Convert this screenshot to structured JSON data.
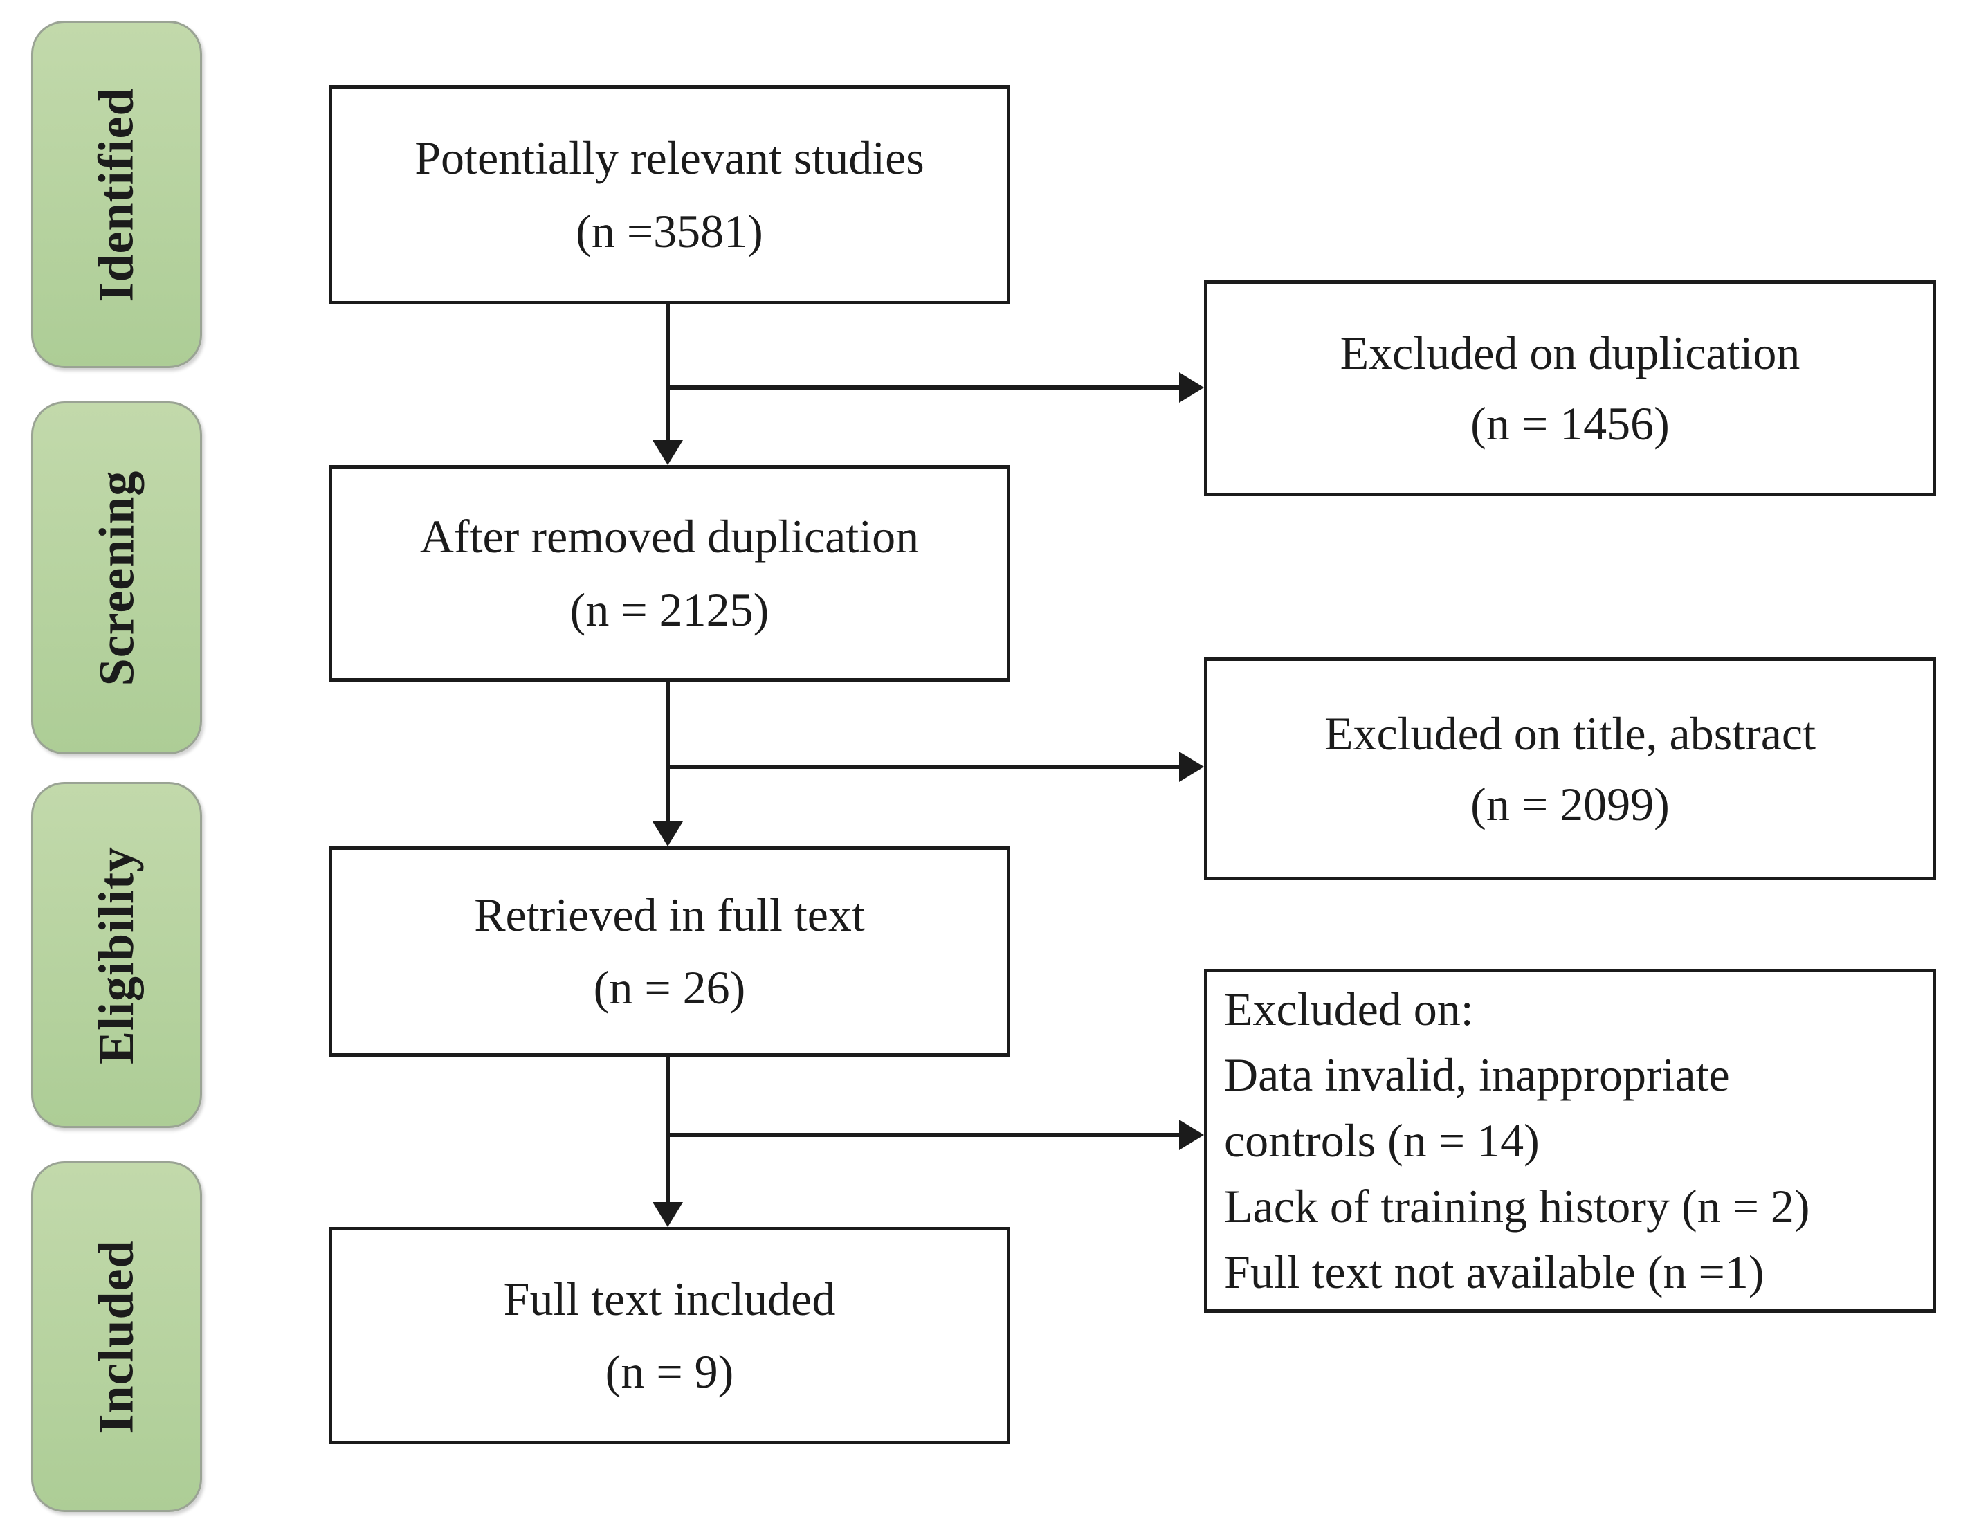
{
  "stages": [
    {
      "label": "Identified"
    },
    {
      "label": "Screening"
    },
    {
      "label": "Eligibility"
    },
    {
      "label": "Included"
    }
  ],
  "flow_boxes": [
    {
      "line1": "Potentially relevant studies",
      "line2": "(n =3581)"
    },
    {
      "line1": "After removed duplication",
      "line2": "(n = 2125)"
    },
    {
      "line1": "Retrieved in full text",
      "line2": "(n = 26)"
    },
    {
      "line1": "Full text included",
      "line2": "(n = 9)"
    }
  ],
  "exclusion_boxes": [
    {
      "line1": "Excluded on duplication",
      "line2": "(n = 1456)"
    },
    {
      "line1": "Excluded on title, abstract",
      "line2": "(n = 2099)"
    },
    {
      "lines": [
        "Excluded on:",
        "Data invalid, inappropriate",
        "controls (n = 14)",
        "Lack of training history (n = 2)",
        "Full text not available (n =1)"
      ]
    }
  ],
  "colors": {
    "stage_fill_top": "#c2d9ab",
    "stage_fill_bottom": "#adcd96",
    "stage_border": "#9aa394",
    "box_border": "#1b1b1b",
    "text": "#1b1b1b",
    "background": "#ffffff"
  }
}
